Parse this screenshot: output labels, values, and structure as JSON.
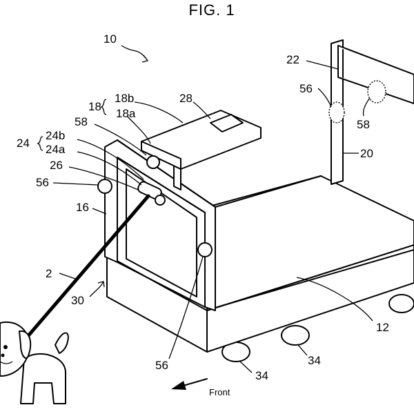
{
  "figure": {
    "title": "FIG. 1",
    "direction_label": "Front"
  },
  "reference_numerals": {
    "system": "10",
    "dog": "2",
    "sensor_group": "18",
    "sensor_18a": "18a",
    "sensor_18b": "18b",
    "camera": "28",
    "sensor_58_front": "58",
    "leash_unit": "24",
    "leash_24a": "24a",
    "leash_24b": "24b",
    "leash_26": "26",
    "light_56_front": "56",
    "handle_frame": "16",
    "base": "30",
    "light_56_bottom": "56",
    "handle_bar": "22",
    "light_56_rear": "56",
    "sensor_58_rear": "58",
    "rear_post": "20",
    "platform": "12",
    "wheel_right": "34",
    "wheel_left": "34"
  }
}
